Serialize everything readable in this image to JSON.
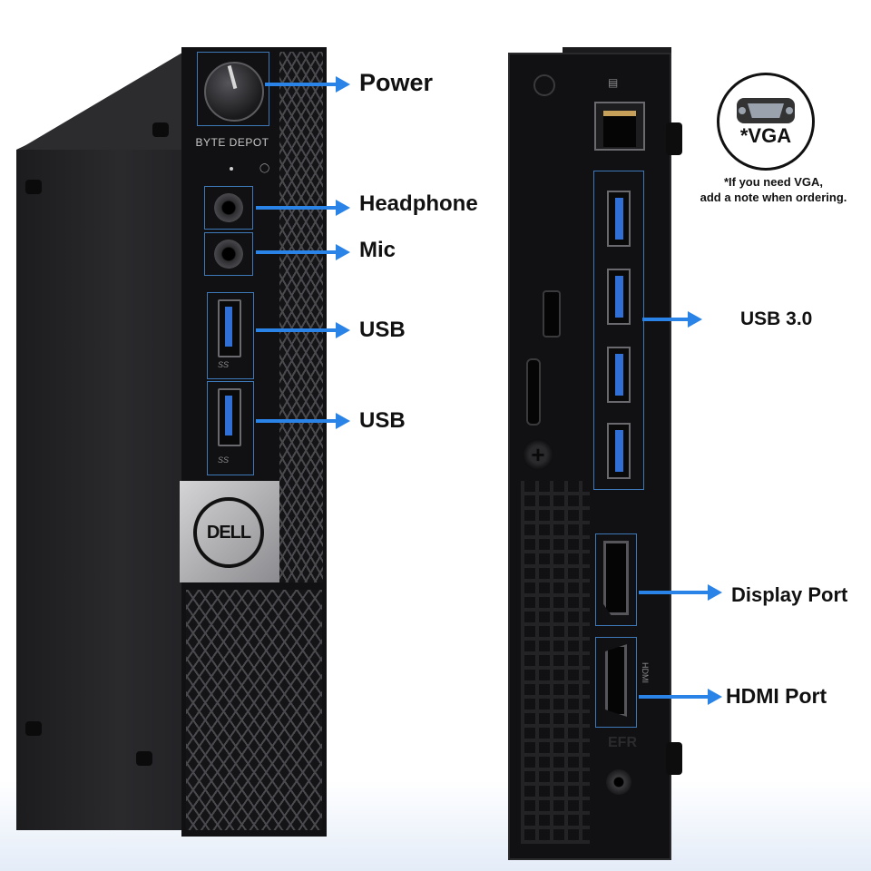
{
  "front": {
    "brand_text": "BYTE DEPOT",
    "logo_text": "DELL",
    "usb_marking": "SS",
    "callouts": {
      "power": "Power",
      "headphone": "Headphone",
      "mic": "Mic",
      "usb_1": "USB",
      "usb_2": "USB"
    }
  },
  "rear": {
    "callouts": {
      "usb30": "USB 3.0",
      "display_port": "Display Port",
      "hdmi_port": "HDMI Port"
    },
    "hdmi_marking": "HDMI",
    "efr_marking": "EFR"
  },
  "vga": {
    "label": "*VGA",
    "note_line1": "*If you need VGA,",
    "note_line2": "add a note when ordering."
  },
  "colors": {
    "accent_arrow": "#2a84e8",
    "highlight_box": "#3d79b8",
    "usb_blue": "#2f6fd6"
  }
}
